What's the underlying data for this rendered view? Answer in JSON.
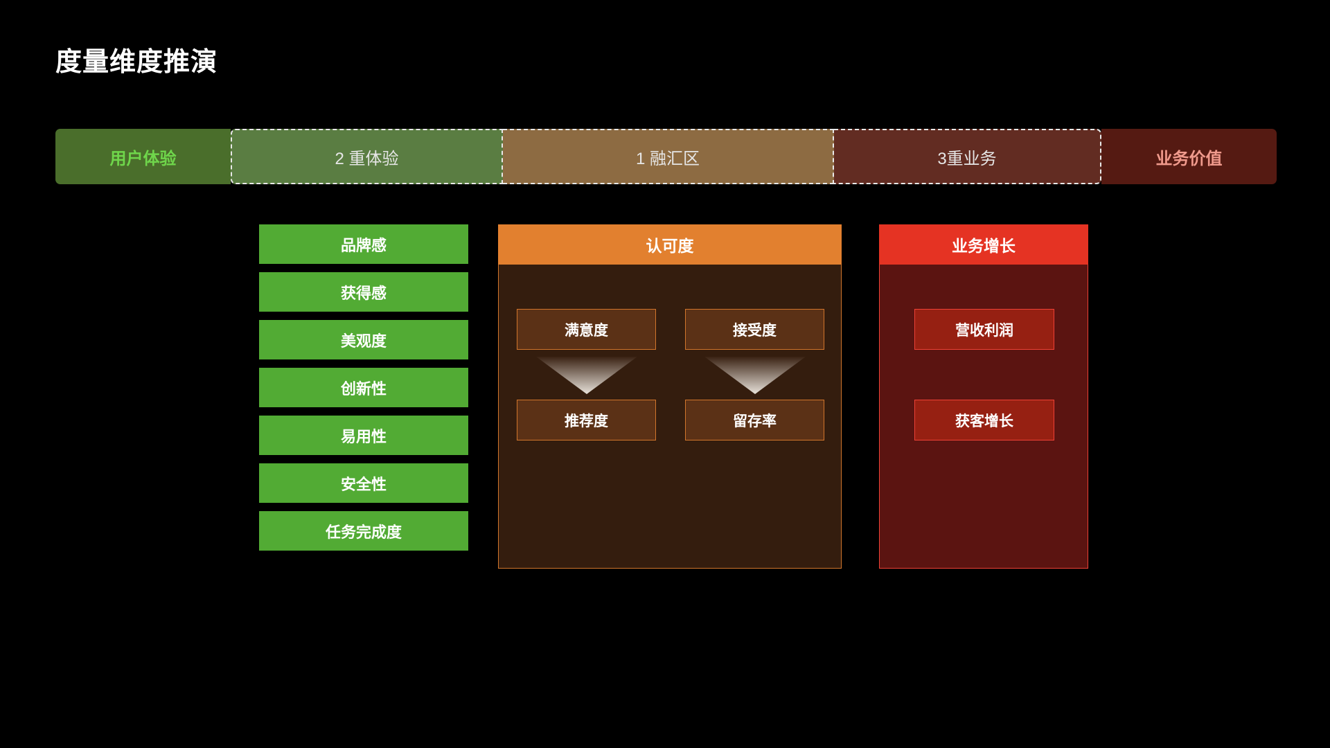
{
  "page_title": "度量维度推演",
  "colors": {
    "background": "#000000",
    "ux_green_dark": "#4a6e2b",
    "ux_green_text": "#6fd64b",
    "band_green": "#5a7d42",
    "band_tan": "#8d6b42",
    "band_darkred": "#622c22",
    "biz_red_dark": "#551a12",
    "biz_red_text": "#f09a8c",
    "chip_green": "#52ab34",
    "header_orange": "#e2802f",
    "header_red": "#e53323",
    "body_brown": "#341d0e",
    "body_red": "#5b1411",
    "box_brown": "#5b3116",
    "box_red": "#962012",
    "border_orange": "#d2762c",
    "border_red": "#ef4136",
    "text_white": "#ffffff",
    "dash_border": "#e9e9e9"
  },
  "spectrum": {
    "segments": [
      {
        "label": "用户体验",
        "kind": "solid-green"
      },
      {
        "label": "2 重体验",
        "kind": "dashed-green"
      },
      {
        "label": "1 融汇区",
        "kind": "dashed-tan"
      },
      {
        "label": "3重业务",
        "kind": "dashed-darkred"
      },
      {
        "label": "业务价值",
        "kind": "solid-red"
      }
    ]
  },
  "experience_column": {
    "items": [
      {
        "label": "品牌感"
      },
      {
        "label": "获得感"
      },
      {
        "label": "美观度"
      },
      {
        "label": "创新性"
      },
      {
        "label": "易用性"
      },
      {
        "label": "安全性"
      },
      {
        "label": "任务完成度"
      }
    ]
  },
  "recognition_panel": {
    "title": "认可度",
    "row_top": [
      {
        "label": "满意度"
      },
      {
        "label": "接受度"
      }
    ],
    "arrows": [
      {
        "icon": "arrow-down-icon"
      },
      {
        "icon": "arrow-down-icon"
      }
    ],
    "row_bottom": [
      {
        "label": "推荐度"
      },
      {
        "label": "留存率"
      }
    ]
  },
  "business_panel": {
    "title": "业务增长",
    "items": [
      {
        "label": "营收利润"
      },
      {
        "label": "获客增长"
      }
    ]
  }
}
